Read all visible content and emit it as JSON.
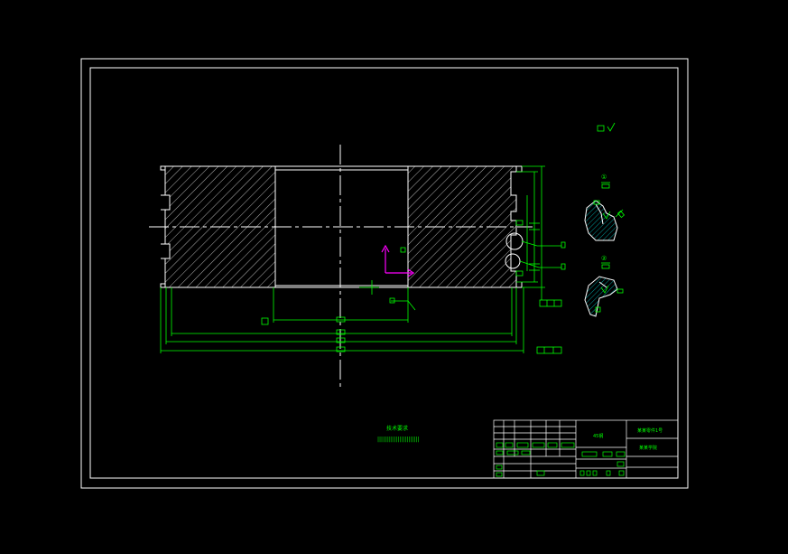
{
  "colors": {
    "background": "#000000",
    "frame": "#ffffff",
    "dimension": "#00ff00",
    "axis": "#ff00ff",
    "outline": "#ffffff",
    "hatch": "#ffffff",
    "detail_hatch": "#00ffff"
  },
  "details": {
    "detail_1_label": "①",
    "detail_2_label": "②"
  },
  "notes": {
    "tech_requirements_title": "技术要求",
    "tech_requirements_body": "|||||||||||||||||||||||"
  },
  "title_block": {
    "material": "45钢",
    "drawing_title": "某某零件1号",
    "institution": "某某学院"
  },
  "icons": {
    "roughness_symbol": "surface-roughness-icon",
    "coordinate_axis": "axis-triad-icon"
  }
}
